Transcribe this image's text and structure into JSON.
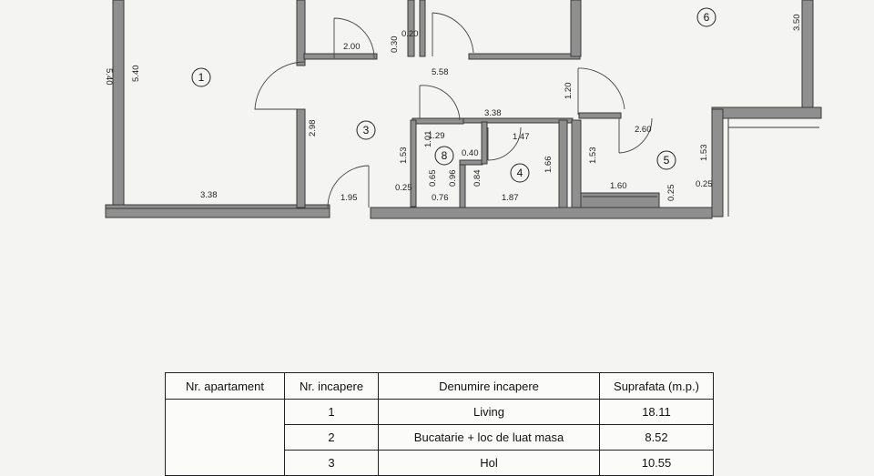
{
  "plan": {
    "rooms": [
      {
        "num": "1"
      },
      {
        "num": "3"
      },
      {
        "num": "4"
      },
      {
        "num": "5"
      },
      {
        "num": "6"
      },
      {
        "num": "8"
      }
    ],
    "dims": {
      "d_540": "5.40",
      "d_540b": "5.40",
      "d_200": "2.00",
      "d_030": "0.30",
      "d_020": "0.20",
      "d_558": "5.58",
      "d_350": "3.50",
      "d_338a": "3.38",
      "d_120": "1.20",
      "d_298": "2.98",
      "d_129": "1.29",
      "d_147": "1.47",
      "d_260": "2.60",
      "d_153a": "1.53",
      "d_101": "1.01",
      "d_040": "0.40",
      "d_166": "1.66",
      "d_153b": "1.53",
      "d_153c": "1.53",
      "d_065": "0.65",
      "d_096": "0.96",
      "d_084": "0.84",
      "d_025a": "0.25",
      "d_076": "0.76",
      "d_187": "1.87",
      "d_160": "1.60",
      "d_025b": "0.25",
      "d_025c": "0.25",
      "d_338b": "3.38",
      "d_195": "1.95"
    }
  },
  "table": {
    "headers": [
      "Nr. apartament",
      "Nr. incapere",
      "Denumire incapere",
      "Suprafata (m.p.)"
    ],
    "rows": [
      {
        "nr": "1",
        "name": "Living",
        "area": "18.11"
      },
      {
        "nr": "2",
        "name": "Bucatarie + loc de luat masa",
        "area": "8.52"
      },
      {
        "nr": "3",
        "name": "Hol",
        "area": "10.55"
      }
    ]
  }
}
